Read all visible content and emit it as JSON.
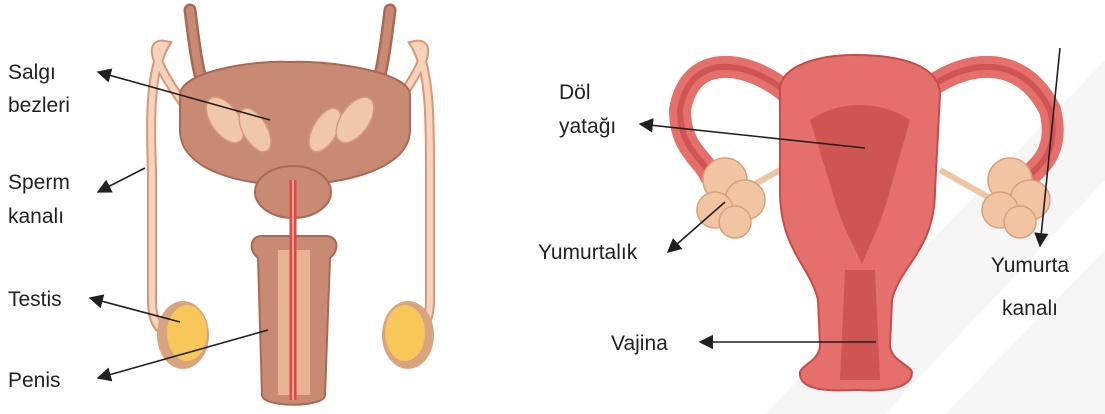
{
  "male": {
    "labels": {
      "salgi": "Salgı",
      "bezleri": "bezleri",
      "sperm": "Sperm",
      "kanali": "kanalı",
      "testis": "Testis",
      "penis": "Penis"
    }
  },
  "female": {
    "labels": {
      "dol": "Döl",
      "yatagi": "yatağı",
      "yumurtalik": "Yumurtalık",
      "yumurta": "Yumurta",
      "kanali": "kanalı",
      "vajina": "Vajina"
    }
  },
  "colors": {
    "skin_dark": "#c98a73",
    "skin_light": "#f0c8a8",
    "testis": "#f7c75a",
    "uterus_outer": "#e56f6a",
    "uterus_inner": "#cf5553",
    "ovary": "#f2c5a2",
    "text": "#231f20"
  }
}
